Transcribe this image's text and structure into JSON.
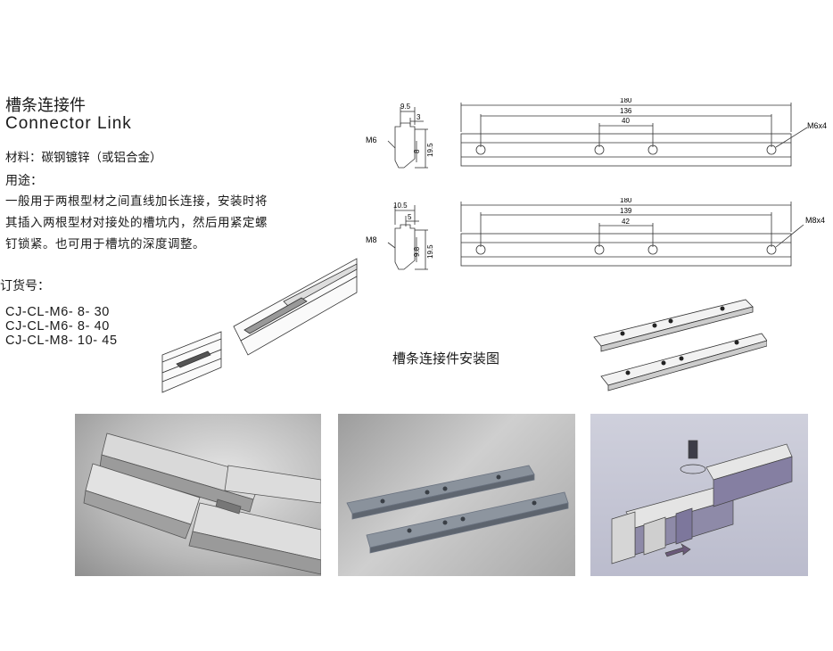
{
  "header": {
    "title_cn": "槽条连接件",
    "title_en": "Connector Link"
  },
  "material": "材料：碳钢镀锌（或铝合金）",
  "usage": {
    "heading": "用途：",
    "lines": [
      "一般用于两根型材之间直线加长连接，安装时将",
      "其插入两根型材对接处的槽坑内，然后用紧定螺",
      "钉锁紧。也可用于槽坑的深度调整。"
    ]
  },
  "order": {
    "heading": "订货号：",
    "codes": [
      "CJ-CL-M6- 8- 30",
      "CJ-CL-M6- 8- 40",
      "CJ-CL-M8- 10- 45"
    ]
  },
  "drawing_m6": {
    "thread": "M6",
    "width": "9.5",
    "slot": "3",
    "depth": "8",
    "height": "19.5",
    "total_length": "180",
    "hole_span": "136",
    "inner_span": "40",
    "hole_label": "M6x4"
  },
  "drawing_m8": {
    "thread": "M8",
    "width": "10.5",
    "slot": "5",
    "depth": "9.8",
    "height": "19.5",
    "total_length": "180",
    "hole_span": "139",
    "inner_span": "42",
    "hole_label": "M8x4"
  },
  "install_caption": "槽条连接件安装图"
}
